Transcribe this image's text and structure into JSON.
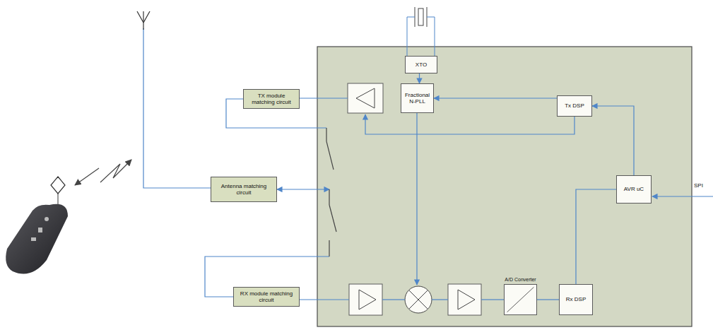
{
  "diagram": {
    "nodes": [
      {
        "text": [
          "TX module matching circuit"
        ]
      },
      {
        "text": [
          "Antenna matching circuit"
        ]
      },
      {
        "text": [
          "RX module matching circuit"
        ]
      },
      {
        "text": [
          "XTO"
        ]
      },
      {
        "text": [
          "Fractional N-PLL"
        ]
      },
      {
        "text": [
          "Tx DSP"
        ]
      },
      {
        "text": [
          "AVR uC"
        ]
      },
      {
        "text": [
          "A/D Converter"
        ]
      },
      {
        "text": [
          "Rx DSP"
        ]
      }
    ],
    "edges": [
      {
        "from": 3,
        "to": 4,
        "arrow": "to"
      },
      {
        "from": 5,
        "to": 4,
        "arrow": "to"
      },
      {
        "from": 6,
        "to": 5,
        "arrow": "to"
      },
      {
        "from": 8,
        "to": 6,
        "arrow": "none"
      },
      {
        "from": 7,
        "to": 8,
        "arrow": "none"
      }
    ],
    "labels": [
      "SPI"
    ]
  }
}
